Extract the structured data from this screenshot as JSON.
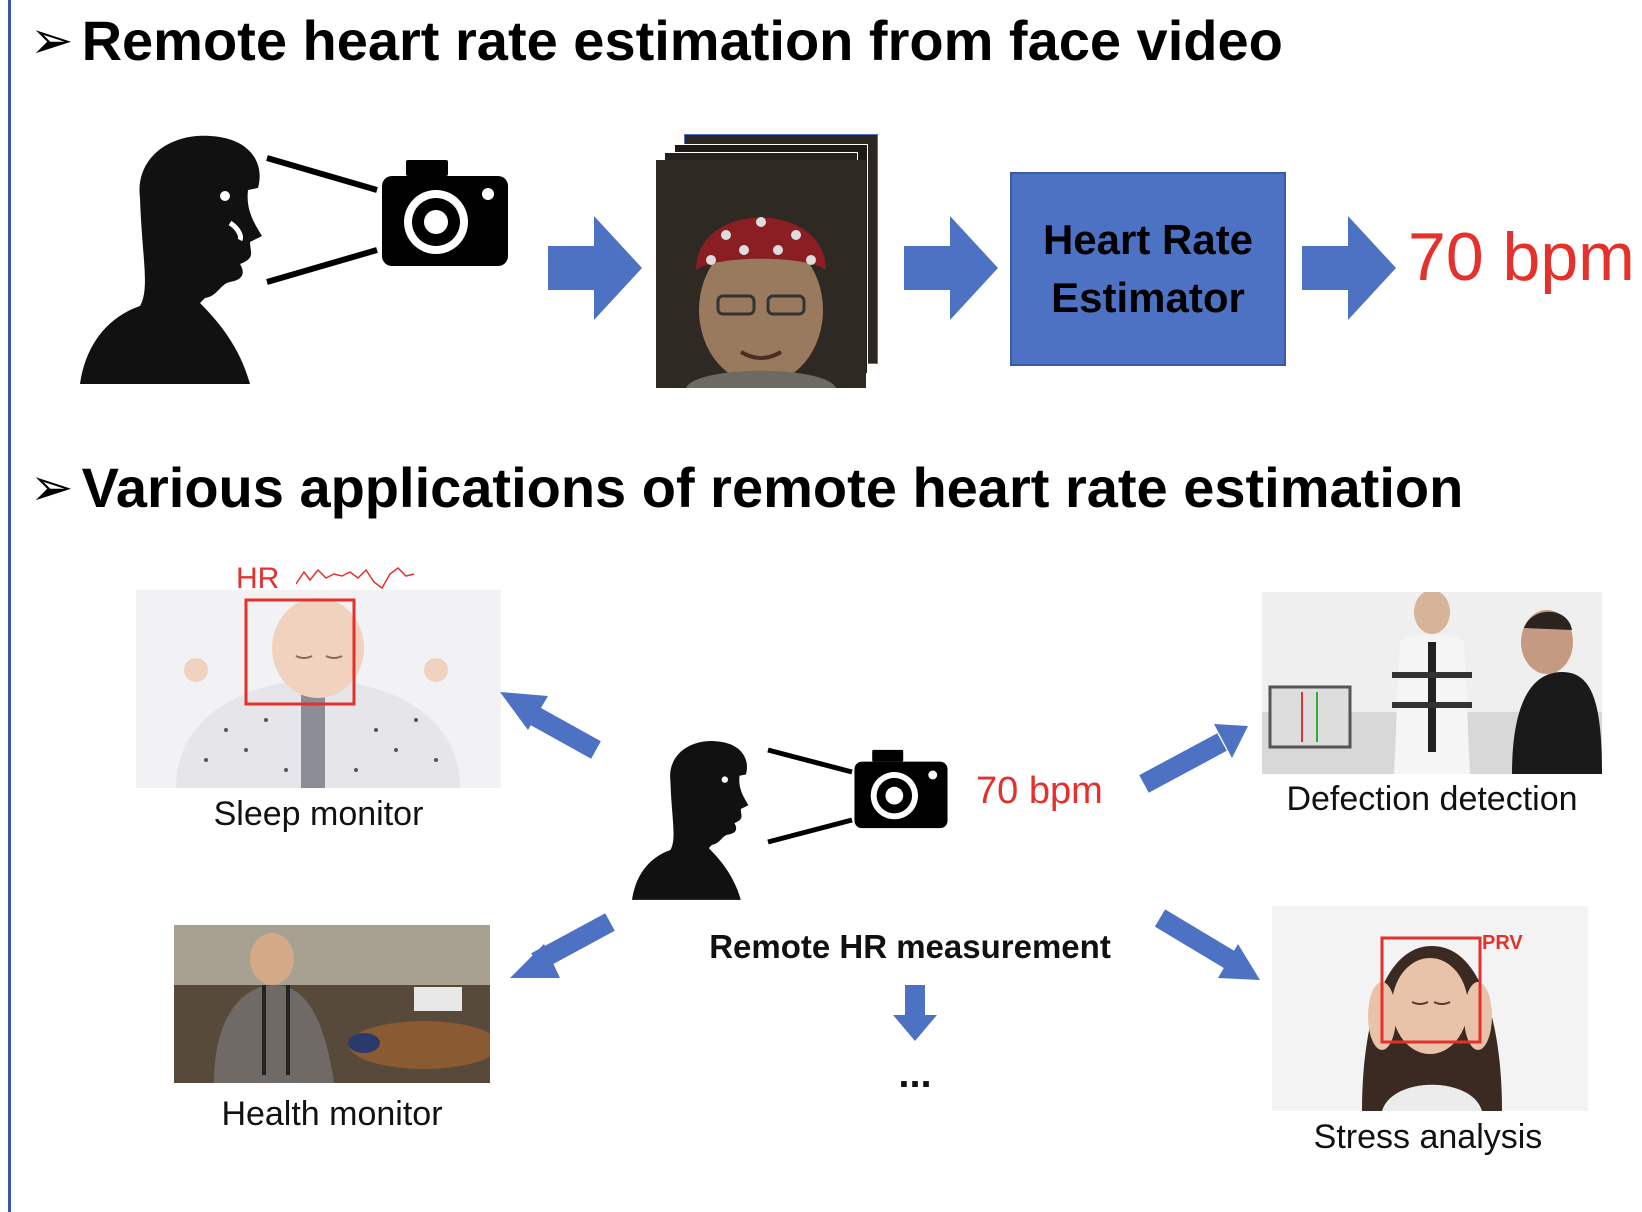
{
  "section1": {
    "bullet": "➢",
    "title": "Remote heart rate estimation from face video",
    "estimator_line1": "Heart Rate",
    "estimator_line2": "Estimator",
    "output_bpm": "70 bpm"
  },
  "section2": {
    "bullet": "➢",
    "title": "Various applications of remote heart rate estimation",
    "center_bpm": "70 bpm",
    "center_label": "Remote HR measurement",
    "ellipsis": "...",
    "apps": {
      "sleep": {
        "caption": "Sleep monitor",
        "tag": "HR"
      },
      "defection": {
        "caption": "Defection detection"
      },
      "health": {
        "caption": "Health monitor"
      },
      "stress": {
        "caption": "Stress analysis",
        "tag": "PRV"
      }
    }
  },
  "colors": {
    "arrow": "#4d72c4",
    "accent_red": "#e4312b",
    "left_rule": "#3a56a8"
  },
  "icons": [
    "person-silhouette-icon",
    "camera-icon",
    "arrow-right-icon",
    "arrow-down-icon"
  ]
}
